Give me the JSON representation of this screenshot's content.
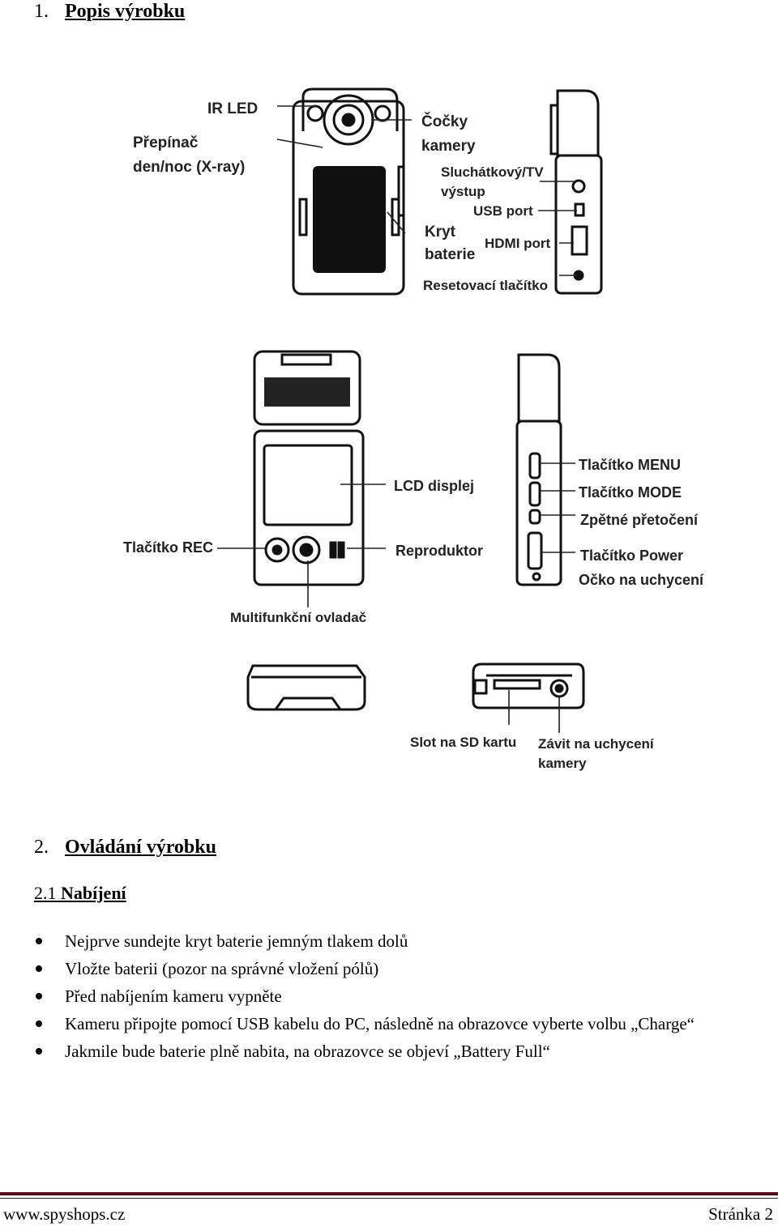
{
  "section1": {
    "number": "1.",
    "title": "Popis výrobku"
  },
  "figure_labels": {
    "ir_led": "IR LED",
    "switch_line1": "Přepínač",
    "switch_line2": "den/noc (X-ray)",
    "lens_line1": "Čočky",
    "lens_line2": "kamery",
    "headphone_line1": "Sluchátkový/TV",
    "headphone_line2": "výstup",
    "usb_port": "USB port",
    "battery_line1": "Kryt",
    "battery_line2": "baterie",
    "hdmi_port": "HDMI port",
    "reset_button": "Resetovací tlačítko",
    "lcd_display": "LCD displej",
    "rec_button": "Tlačítko REC",
    "speaker": "Reproduktor",
    "multifunction": "Multifunkční ovladač",
    "menu_button": "Tlačítko MENU",
    "mode_button": "Tlačítko MODE",
    "rewind": "Zpětné přetočení",
    "power_button": "Tlačítko Power",
    "strap_eyelet": "Očko na uchycení",
    "sd_slot": "Slot na SD kartu",
    "thread_line1": "Závit na uchycení",
    "thread_line2": "kamery"
  },
  "section2": {
    "number": "2.",
    "title": "Ovládání výrobku"
  },
  "subsection": {
    "prefix": "2.1 ",
    "title": "Nabíjení"
  },
  "bullets": [
    "Nejprve sundejte kryt baterie jemným tlakem dolů",
    "Vložte baterii (pozor na správné vložení pólů)",
    "Před nabíjením kameru vypněte",
    "Kameru připojte pomocí USB kabelu do PC, následně na obrazovce vyberte volbu „Charge“",
    "Jakmile bude baterie plně nabita, na obrazovce se objeví „Battery Full“"
  ],
  "footer": {
    "website": "www.spyshops.cz",
    "page": "Stránka 2"
  }
}
